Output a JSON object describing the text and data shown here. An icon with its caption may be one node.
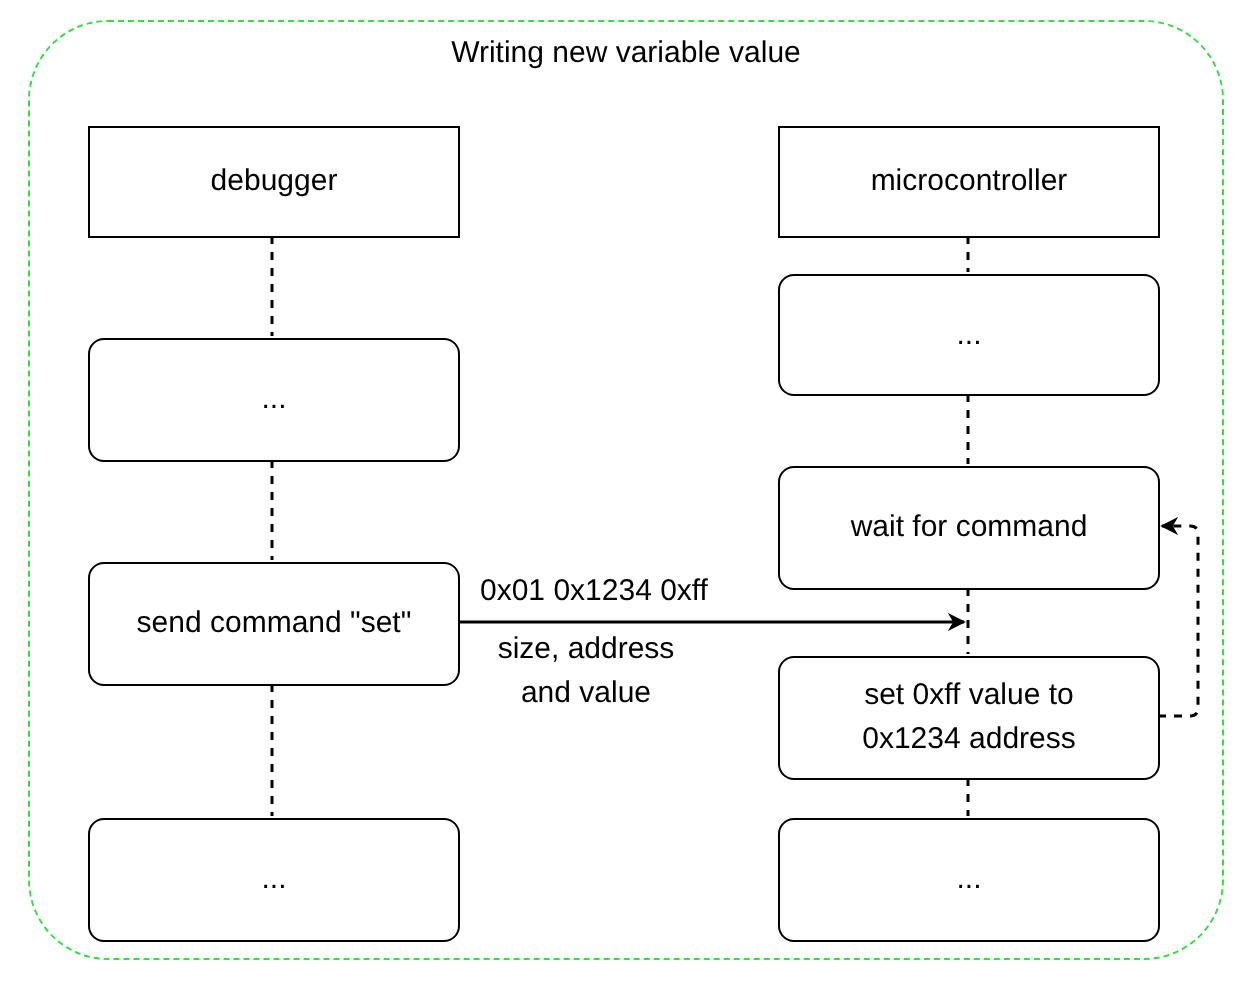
{
  "diagram": {
    "nodes": [
      {
        "text": [
          "Writing new variable value"
        ]
      },
      {
        "text": [
          "debugger"
        ],
        "in": 0
      },
      {
        "text": [
          "..."
        ],
        "in": 0
      },
      {
        "text": [
          "send command \"set\""
        ],
        "in": 0
      },
      {
        "text": [
          "..."
        ],
        "in": 0
      },
      {
        "text": [
          "microcontroller"
        ],
        "in": 0
      },
      {
        "text": [
          "..."
        ],
        "in": 0
      },
      {
        "text": [
          "wait for command"
        ],
        "in": 0
      },
      {
        "text": [
          "set 0xff value to 0x1234 address"
        ],
        "in": 0
      },
      {
        "text": [
          "..."
        ],
        "in": 0
      }
    ],
    "edges": [
      {
        "from": 1,
        "to": 2,
        "arrow": "none",
        "style": "dashed"
      },
      {
        "from": 2,
        "to": 3,
        "arrow": "none",
        "style": "dashed"
      },
      {
        "from": 3,
        "to": 4,
        "arrow": "none",
        "style": "dashed"
      },
      {
        "from": 5,
        "to": 6,
        "arrow": "none",
        "style": "dashed"
      },
      {
        "from": 6,
        "to": 7,
        "arrow": "none",
        "style": "dashed"
      },
      {
        "from": 7,
        "to": 8,
        "arrow": "none",
        "style": "dashed"
      },
      {
        "from": 8,
        "to": 9,
        "arrow": "none",
        "style": "dashed"
      },
      {
        "from": 3,
        "to": 7,
        "arrow": "to",
        "label": "0x01 0x1234 0xff"
      },
      {
        "from": 8,
        "to": 7,
        "arrow": "to",
        "style": "dashed"
      }
    ],
    "labels": [
      "size, address and value"
    ]
  }
}
